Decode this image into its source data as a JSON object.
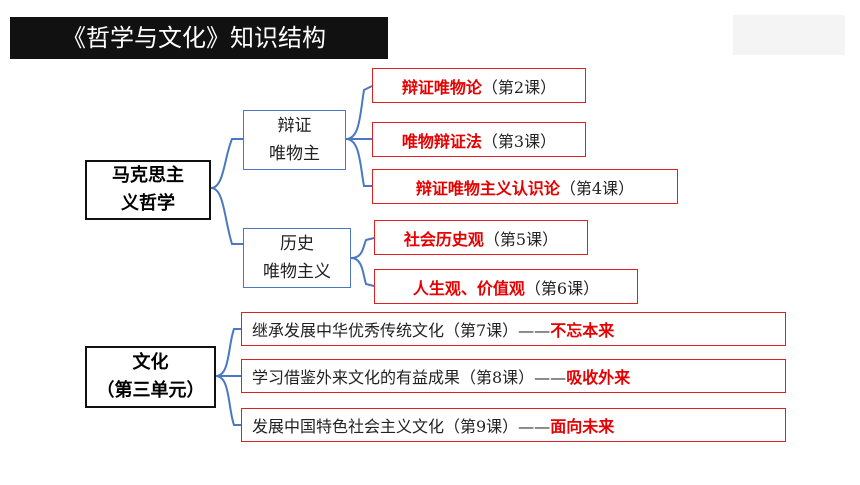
{
  "title": "《哲学与文化》知识结构",
  "colors": {
    "title_bg": "#111111",
    "accent_red": "#e60000",
    "bracket_blue": "#4a78c2"
  },
  "marxism": {
    "root_label": [
      "马克思主",
      "义哲学"
    ],
    "dialectical": {
      "label": [
        "辩证",
        "唯物主"
      ],
      "items": [
        {
          "highlight": "辩证唯物论",
          "lesson": "（第2课）"
        },
        {
          "highlight": "唯物辩证法",
          "lesson": "（第3课）"
        },
        {
          "highlight": "辩证唯物主义认识论",
          "lesson": "（第4课）"
        }
      ]
    },
    "historical": {
      "label": [
        "历史",
        "唯物主义"
      ],
      "items": [
        {
          "highlight": "社会历史观",
          "lesson": "（第5课）"
        },
        {
          "highlight": "人生观、价值观",
          "lesson": "（第6课）"
        }
      ]
    }
  },
  "culture": {
    "root_label": [
      "文化",
      "（第三单元）"
    ],
    "items": [
      {
        "text": "继承发展中华优秀传统文化（第7课）——",
        "highlight": "不忘本来"
      },
      {
        "text": "学习借鉴外来文化的有益成果（第8课）——",
        "highlight": "吸收外来"
      },
      {
        "text": "发展中国特色社会主义文化（第9课）——",
        "highlight": "面向未来"
      }
    ]
  }
}
